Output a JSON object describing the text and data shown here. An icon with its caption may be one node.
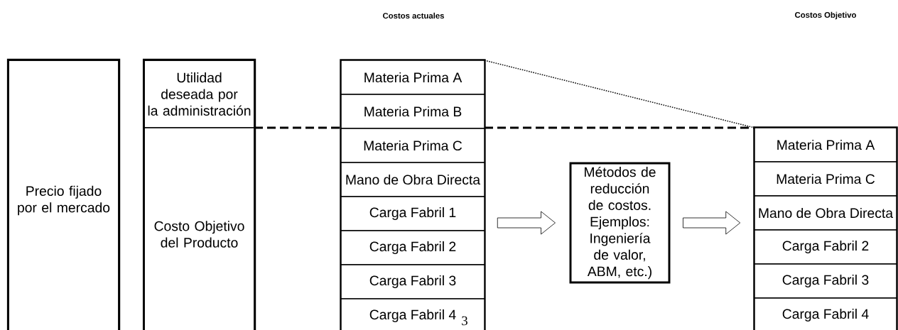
{
  "diagram": {
    "nodes": [
      {
        "text": [
          "Precio fijado por el mercado"
        ]
      },
      {
        "text": [
          "Utilidad deseada por la administración"
        ]
      },
      {
        "text": [
          "Costo Objetivo del Producto"
        ]
      },
      {
        "text": [
          "Costos actuales"
        ]
      },
      {
        "text": [
          "Materia Prima A"
        ],
        "in": 3
      },
      {
        "text": [
          "Materia Prima B"
        ],
        "in": 3
      },
      {
        "text": [
          "Materia Prima C"
        ],
        "in": 3
      },
      {
        "text": [
          "Mano de Obra Directa"
        ],
        "in": 3
      },
      {
        "text": [
          "Carga Fabril 1"
        ],
        "in": 3
      },
      {
        "text": [
          "Carga Fabril 2"
        ],
        "in": 3
      },
      {
        "text": [
          "Carga Fabril 3"
        ],
        "in": 3
      },
      {
        "text": [
          "Carga Fabril 4"
        ],
        "in": 3
      },
      {
        "text": [
          "Métodos de reducción de costos.",
          "Ejemplos: Ingeniería de valor, ABM, etc.)"
        ]
      },
      {
        "text": [
          "Costos Objetivo"
        ]
      },
      {
        "text": [
          "Materia Prima A"
        ],
        "in": 13
      },
      {
        "text": [
          "Materia Prima C"
        ],
        "in": 13
      },
      {
        "text": [
          "Mano de Obra Directa"
        ],
        "in": 13
      },
      {
        "text": [
          "Carga Fabril 2"
        ],
        "in": 13
      },
      {
        "text": [
          "Carga Fabril 3"
        ],
        "in": 13
      },
      {
        "text": [
          "Carga Fabril 4"
        ],
        "in": 13
      }
    ],
    "edges": [
      {
        "from": 3,
        "to": 12,
        "arrow": "to"
      },
      {
        "from": 12,
        "to": 13,
        "arrow": "to"
      }
    ],
    "labels": [
      "3"
    ]
  }
}
